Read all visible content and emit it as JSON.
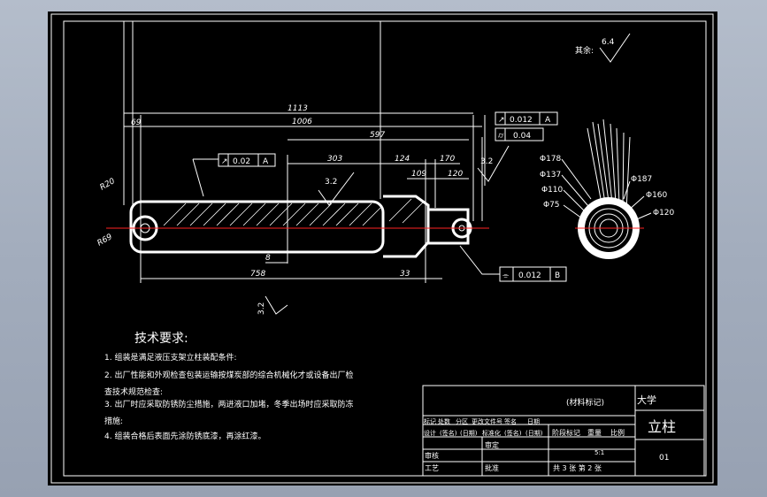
{
  "colors": {
    "background": "#000000",
    "line": "#ffffff",
    "centerline": "#ff2222",
    "window": "#a9b3c2"
  },
  "dimensions": {
    "d1113": "1113",
    "d1006": "1006",
    "d597": "597",
    "d303": "303",
    "d124": "124",
    "d170": "170",
    "d109": "109",
    "d120": "120",
    "d69": "69",
    "d8": "8",
    "d758": "758",
    "d33": "33",
    "r20": "R20",
    "r69": "R69"
  },
  "tolerances": {
    "tol_a_1": "0.02",
    "datum_a_1": "A",
    "tol_a_2": "0.012",
    "datum_a_2": "A",
    "cyl": "0.04",
    "tol_b": "0.012",
    "datum_b": "B"
  },
  "roughness": {
    "r1": "3.2",
    "r2": "3.2",
    "r3": "3.2",
    "other_label": "其余:",
    "other_value": "6.4"
  },
  "diameters": [
    "Φ178",
    "Φ137",
    "Φ110",
    "Φ75",
    "Φ187",
    "Φ160",
    "Φ120"
  ],
  "requirements": {
    "heading": "技术要求:",
    "items": [
      "1. 组装是满足液压支架立柱装配条件:",
      "2. 出厂性能和外观检查包装运输按煤炭部的综合机械化才或设备出厂检",
      "查技术规范检查:",
      "3. 出厂时应采取防锈防尘措施，两进液口加堵，冬季出场时应采取防冻",
      "措施:",
      "4. 组装合格后表面先涂防锈底漆，再涂红漆。"
    ]
  },
  "title_block": {
    "material": "(材料标记)",
    "school": "大学",
    "part_name": "立柱",
    "drawing_no": "01",
    "row1": [
      "标记",
      "处数",
      "分区",
      "更改文件号",
      "签名",
      "日期"
    ],
    "row2": [
      "设计",
      "(签名)",
      "(日期)",
      "标准化",
      "(签名)",
      "(日期)"
    ],
    "stage": "阶段标记",
    "weight": "重量",
    "scale": "比例",
    "scale_value": "5:1",
    "review": "审核",
    "process": "工艺",
    "approve": "批准",
    "sheets": "共 3 张 第 2 张",
    "check": "审定"
  }
}
